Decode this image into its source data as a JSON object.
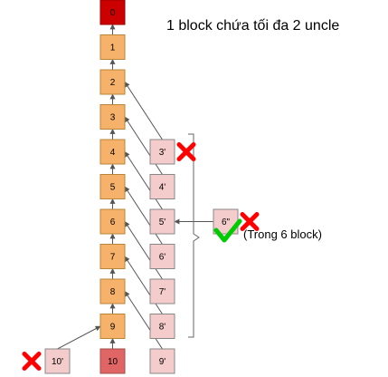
{
  "title": "1 block chứa tối đa 2 uncle",
  "note": "(Trong 6 block)",
  "colors": {
    "main_block": "#f6b26b",
    "genesis_block": "#cc0000",
    "tip_block": "#e06666",
    "uncle_block": "#f4cccc",
    "uncle_border": "#888888",
    "arrow": "#555555",
    "reject_mark": "#ff0000",
    "accept_mark": "#00cc00"
  },
  "main_chain": [
    "0",
    "1",
    "2",
    "3",
    "4",
    "5",
    "6",
    "7",
    "8",
    "9",
    "10"
  ],
  "uncles": [
    {
      "label": "3'",
      "parent": "2",
      "status": "rejected"
    },
    {
      "label": "4'",
      "parent": "3",
      "status": "normal"
    },
    {
      "label": "5'",
      "parent": "4",
      "status": "normal"
    },
    {
      "label": "6'",
      "parent": "5",
      "status": "normal"
    },
    {
      "label": "7'",
      "parent": "6",
      "status": "normal"
    },
    {
      "label": "8'",
      "parent": "7",
      "status": "normal"
    },
    {
      "label": "9'",
      "parent": "8",
      "status": "normal"
    },
    {
      "label": "6\"",
      "parent": "5'",
      "status": "rejected"
    },
    {
      "label": "10'",
      "parent": "9",
      "status": "rejected"
    }
  ]
}
